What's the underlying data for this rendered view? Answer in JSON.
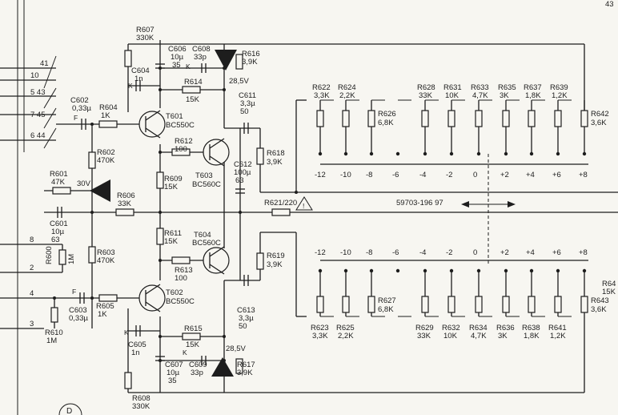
{
  "page_number": "43",
  "edge_pins": [
    "41",
    "10",
    "5 43",
    "7 45",
    "6 44",
    "8",
    "2",
    "4",
    "3"
  ],
  "components": {
    "R607": [
      "R607",
      "330K"
    ],
    "C606": [
      "C606",
      "10µ",
      "35"
    ],
    "C608": [
      "C608",
      "33p"
    ],
    "R616": [
      "R616",
      "3,9K"
    ],
    "V285a": "28,5V",
    "C604": [
      "C604",
      "1n"
    ],
    "R614": [
      "R614",
      "15K"
    ],
    "C611": [
      "C611",
      "3,3µ",
      "50"
    ],
    "C602": [
      "C602",
      "0,33µ"
    ],
    "R604": [
      "R604",
      "1K"
    ],
    "T601": [
      "T601",
      "BC550C"
    ],
    "R612": [
      "R612",
      "100"
    ],
    "T603": [
      "T603",
      "BC560C"
    ],
    "R618": [
      "R618",
      "3,9K"
    ],
    "R602": [
      "R602",
      "470K"
    ],
    "R609": [
      "R609",
      "15K"
    ],
    "C612": [
      "C612",
      "100µ",
      "63"
    ],
    "R601": [
      "R601",
      "47K"
    ],
    "V30": "30V",
    "R606": [
      "R606",
      "33K"
    ],
    "R621": "R621/220",
    "part_no": "59703-196 97",
    "C601": [
      "C601",
      "10µ",
      "63"
    ],
    "R611": [
      "R611",
      "15K"
    ],
    "T604": [
      "T604",
      "BC560C"
    ],
    "R619": [
      "R619",
      "3,9K"
    ],
    "R600": [
      "R600",
      "1M"
    ],
    "R603": [
      "R603",
      "470K"
    ],
    "R613": [
      "R613",
      "100"
    ],
    "T602": [
      "T602",
      "BC550C"
    ],
    "R605": [
      "R605",
      "1K"
    ],
    "C603": [
      "C603",
      "0,33µ"
    ],
    "C613": [
      "C613",
      "3,3µ",
      "50"
    ],
    "R610": [
      "R610",
      "1M"
    ],
    "C605": [
      "C605",
      "1n"
    ],
    "R615": [
      "R615",
      "15K"
    ],
    "V285b": "28,5V",
    "C607": [
      "C607",
      "10µ",
      "35"
    ],
    "C609": [
      "C609",
      "33p"
    ],
    "R617": [
      "R617",
      "3,9K"
    ],
    "R608": [
      "R608",
      "330K"
    ],
    "R64x": [
      "R64",
      "15K"
    ]
  },
  "pin_labels": {
    "K": "K",
    "F": "F"
  },
  "upper_ladder": {
    "resistors": [
      [
        "R622",
        "3,3K"
      ],
      [
        "R624",
        "2,2K"
      ],
      [
        "R626",
        "6,8K"
      ],
      [
        "R628",
        "33K"
      ],
      [
        "R631",
        "10K"
      ],
      [
        "R633",
        "4,7K"
      ],
      [
        "R635",
        "3K"
      ],
      [
        "R637",
        "1,8K"
      ],
      [
        "R639",
        "1,2K"
      ],
      [
        "R642",
        "3,6K"
      ]
    ],
    "scale": [
      "-12",
      "-10",
      "-8",
      "-6",
      "-4",
      "-2",
      "0",
      "+2",
      "+4",
      "+6",
      "+8"
    ]
  },
  "lower_ladder": {
    "resistors": [
      [
        "R623",
        "3,3K"
      ],
      [
        "R625",
        "2,2K"
      ],
      [
        "R627",
        "6,8K"
      ],
      [
        "R629",
        "33K"
      ],
      [
        "R632",
        "10K"
      ],
      [
        "R634",
        "4,7K"
      ],
      [
        "R636",
        "3K"
      ],
      [
        "R638",
        "1,8K"
      ],
      [
        "R641",
        "1,2K"
      ],
      [
        "R643",
        "3,6K"
      ]
    ],
    "scale": [
      "-12",
      "-10",
      "-8",
      "-6",
      "-4",
      "-2",
      "0",
      "+2",
      "+4",
      "+6",
      "+8"
    ]
  },
  "corner_mark": "D"
}
